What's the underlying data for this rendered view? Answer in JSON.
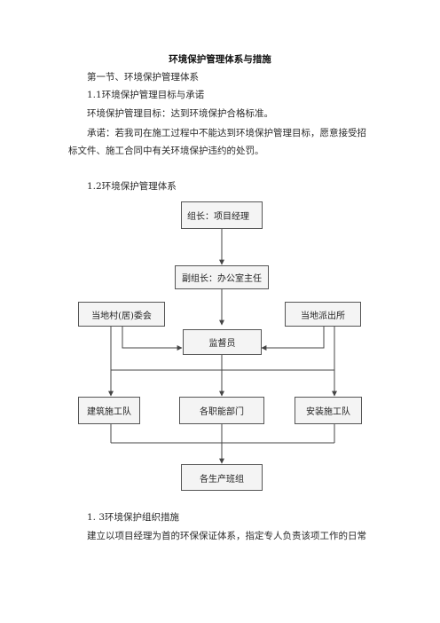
{
  "document": {
    "title": "环境保护管理体系与措施",
    "section_heading": "第一节、环境保护管理体系",
    "sub_1_1": "1.1环境保护管理目标与承诺",
    "goal": "环境保护管理目标：达到环境保护合格标准。",
    "promise": "承诺：若我司在施工过程中不能达到环境保护管理目标，愿意接受招标文件、施工合同中有关环境保护违约的处罚。",
    "sub_1_2": "1.2环境保护管理体系",
    "sub_1_3": "1. 3环境保护组织措施",
    "last_line": "建立以项目经理为首的环保保证体系，指定专人负责该项工作的日常"
  },
  "org_chart": {
    "leader": "组长：项目经理",
    "deputy": "副组长：办公室主任",
    "village": "当地村(居)委会",
    "police": "当地派出所",
    "supervisor": "监督员",
    "construction_team": "建筑施工队",
    "departments": "各职能部门",
    "install_team": "安装施工队",
    "production_teams": "各生产班组"
  },
  "colors": {
    "box_border": "#555555",
    "box_fill": "#f4f4f4",
    "connector": "#444444"
  }
}
